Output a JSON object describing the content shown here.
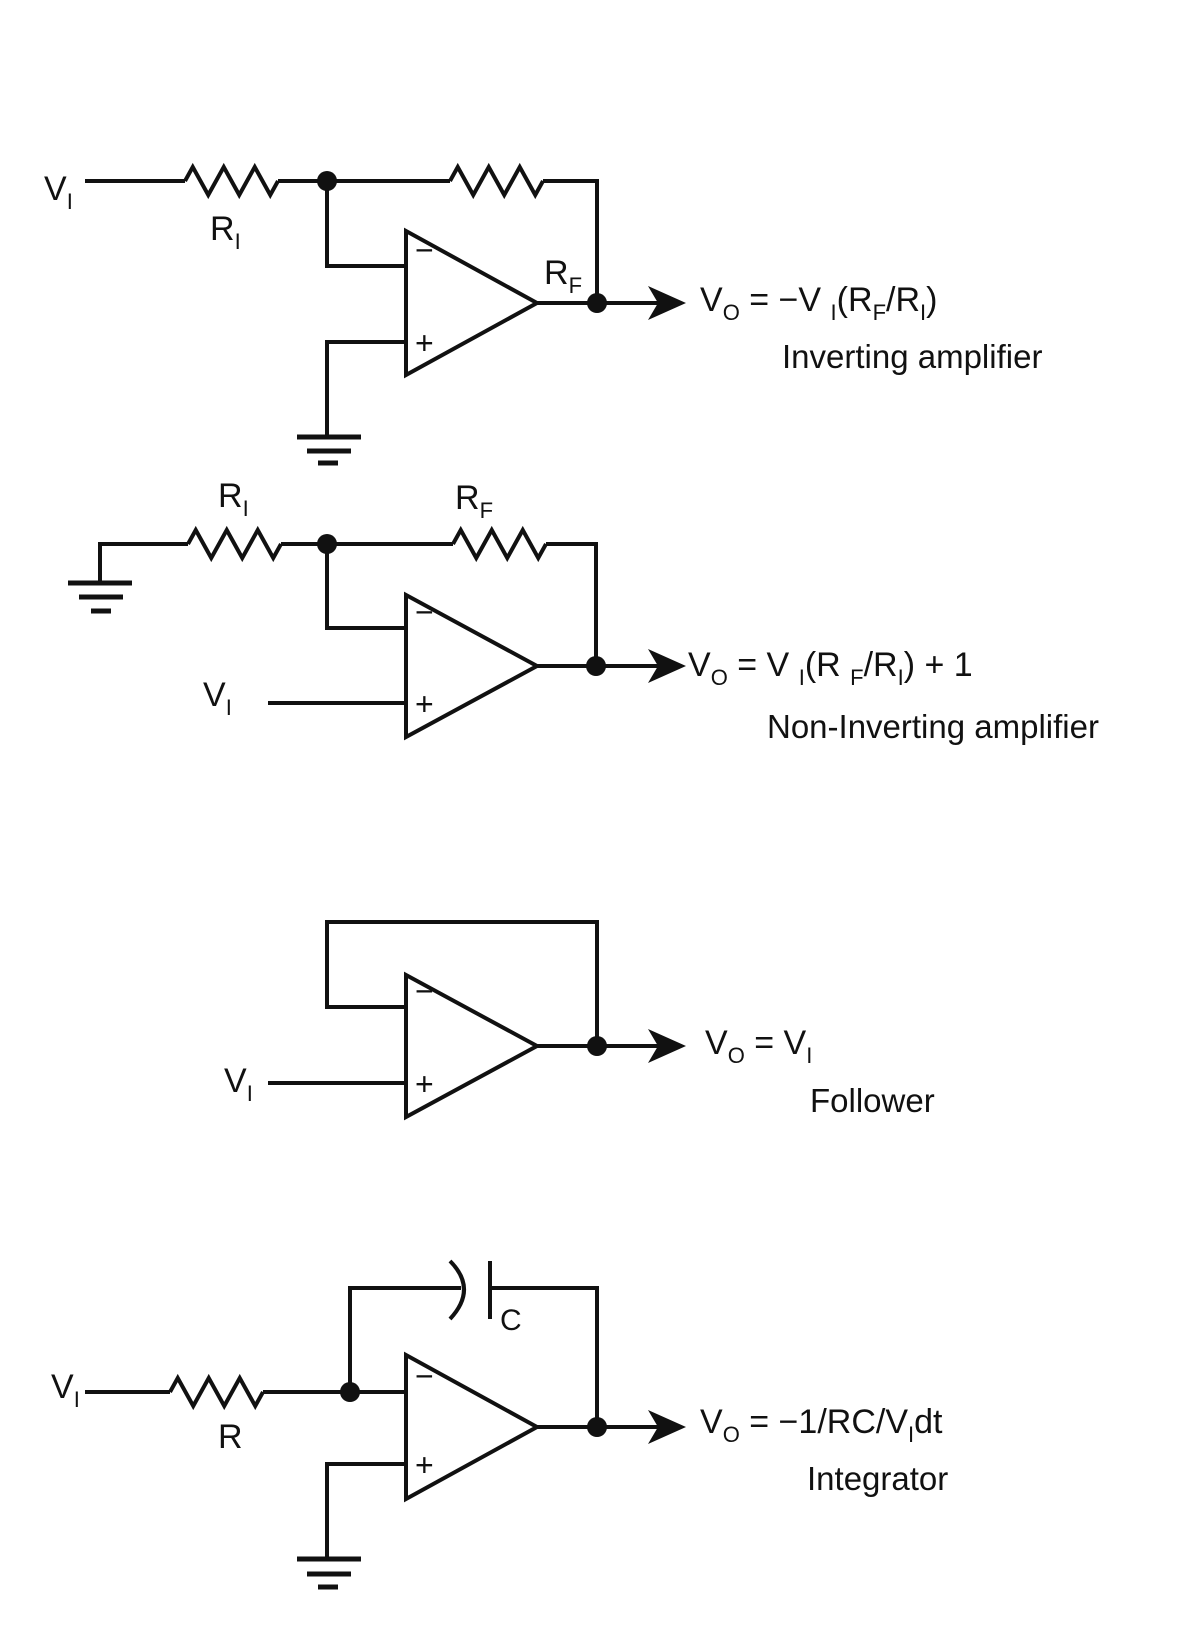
{
  "figure": {
    "background": "#ffffff",
    "ink": "#111111"
  },
  "circuits": [
    {
      "name": "Inverting amplifier",
      "input_label": {
        "base": "V",
        "sub": "I"
      },
      "input_resistor": {
        "base": "R",
        "sub": "I"
      },
      "feedback_resistor": {
        "base": "R",
        "sub": "F"
      },
      "opamp": {
        "inverting_sign": "−",
        "noninverting_sign": "+"
      },
      "formula": [
        {
          "t": "V"
        },
        {
          "t": "O",
          "sub": true
        },
        {
          "t": " = −V "
        },
        {
          "t": "I",
          "sub": true
        },
        {
          "t": "(R"
        },
        {
          "t": "F",
          "sub": true
        },
        {
          "t": "/R"
        },
        {
          "t": "I",
          "sub": true
        },
        {
          "t": ")"
        }
      ]
    },
    {
      "name": "Non-Inverting amplifier",
      "input_label": {
        "base": "V",
        "sub": "I"
      },
      "input_resistor": {
        "base": "R",
        "sub": "I"
      },
      "feedback_resistor": {
        "base": "R",
        "sub": "F"
      },
      "opamp": {
        "inverting_sign": "−",
        "noninverting_sign": "+"
      },
      "formula": [
        {
          "t": "V"
        },
        {
          "t": "O",
          "sub": true
        },
        {
          "t": " = V "
        },
        {
          "t": "I",
          "sub": true
        },
        {
          "t": "(R "
        },
        {
          "t": "F",
          "sub": true
        },
        {
          "t": "/R"
        },
        {
          "t": "I",
          "sub": true
        },
        {
          "t": ") + 1"
        }
      ]
    },
    {
      "name": "Follower",
      "input_label": {
        "base": "V",
        "sub": "I"
      },
      "opamp": {
        "inverting_sign": "−",
        "noninverting_sign": "+"
      },
      "formula": [
        {
          "t": "V"
        },
        {
          "t": "O",
          "sub": true
        },
        {
          "t": " = V"
        },
        {
          "t": "I",
          "sub": true
        }
      ]
    },
    {
      "name": "Integrator",
      "input_label": {
        "base": "V",
        "sub": "I"
      },
      "input_resistor": {
        "base": "R",
        "sub": ""
      },
      "feedback_capacitor": {
        "label": "C"
      },
      "opamp": {
        "inverting_sign": "−",
        "noninverting_sign": "+"
      },
      "formula": [
        {
          "t": "V"
        },
        {
          "t": "O",
          "sub": true
        },
        {
          "t": " = −1/RC/V"
        },
        {
          "t": "I",
          "sub": true
        },
        {
          "t": "dt"
        }
      ]
    }
  ]
}
